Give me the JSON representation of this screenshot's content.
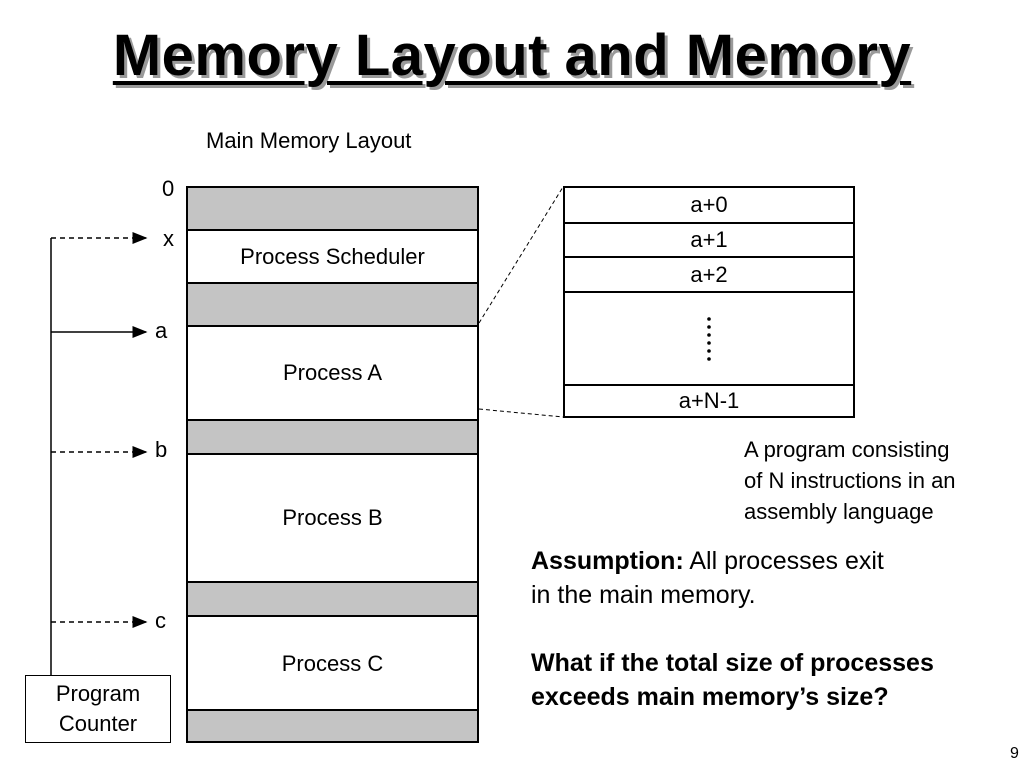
{
  "slide": {
    "title": "Memory Layout and Memory",
    "page_number": "9"
  },
  "memory": {
    "caption": "Main Memory Layout",
    "addresses": {
      "zero": "0",
      "x": "x",
      "a": "a",
      "b": "b",
      "c": "c"
    },
    "segments": {
      "scheduler": "Process Scheduler",
      "process_a": "Process A",
      "process_b": "Process B",
      "process_c": "Process C"
    }
  },
  "program": {
    "rows": [
      "a+0",
      "a+1",
      "a+2",
      "a+N-1"
    ],
    "description": [
      "A program consisting",
      "of N instructions in an",
      "assembly language"
    ]
  },
  "program_counter": {
    "line1": "Program",
    "line2": "Counter"
  },
  "assumption": {
    "label": "Assumption:",
    "text1": " All processes exit",
    "text2": "in the main memory."
  },
  "question": {
    "line1": "What if the total size of processes",
    "line2": "exceeds main memory’s size?"
  }
}
